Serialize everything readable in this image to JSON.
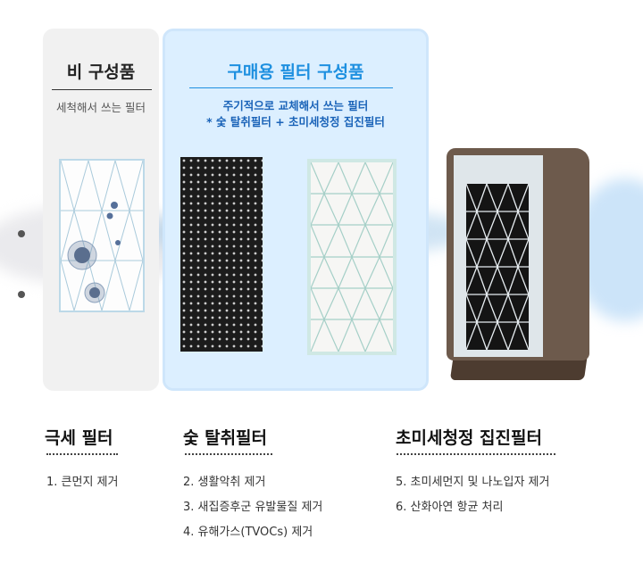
{
  "panels": {
    "non_component": {
      "title": "비 구성품",
      "subtitle": "세척해서 쓰는 필터"
    },
    "purchase_component": {
      "title": "구매용 필터 구성품",
      "subtitle_line1": "주기적으로 교체해서 쓰는 필터",
      "subtitle_line2": "* 숯 탈취필터 + 초미세청정 집진필터",
      "accent_color": "#1e90e0"
    }
  },
  "filters": [
    {
      "name": "극세 필터",
      "items": [
        "1. 큰먼지 제거"
      ]
    },
    {
      "name": "숯 탈취필터",
      "items": [
        "2. 생활악취 제거",
        "3. 새집증후군 유발물질 제거",
        "4. 유해가스(TVOCs) 제거"
      ]
    },
    {
      "name": "초미세청정 집진필터",
      "items": [
        "5. 초미세먼지 및 나노입자 제거",
        "6. 산화아연 항균 처리"
      ]
    }
  ],
  "images": {
    "prefilter": "pre-filter-with-virus-particles",
    "carbon": "charcoal-deodorization-filter",
    "hepa": "ultra-fine-dust-collection-filter",
    "purifier": "air-purifier-open-front"
  }
}
